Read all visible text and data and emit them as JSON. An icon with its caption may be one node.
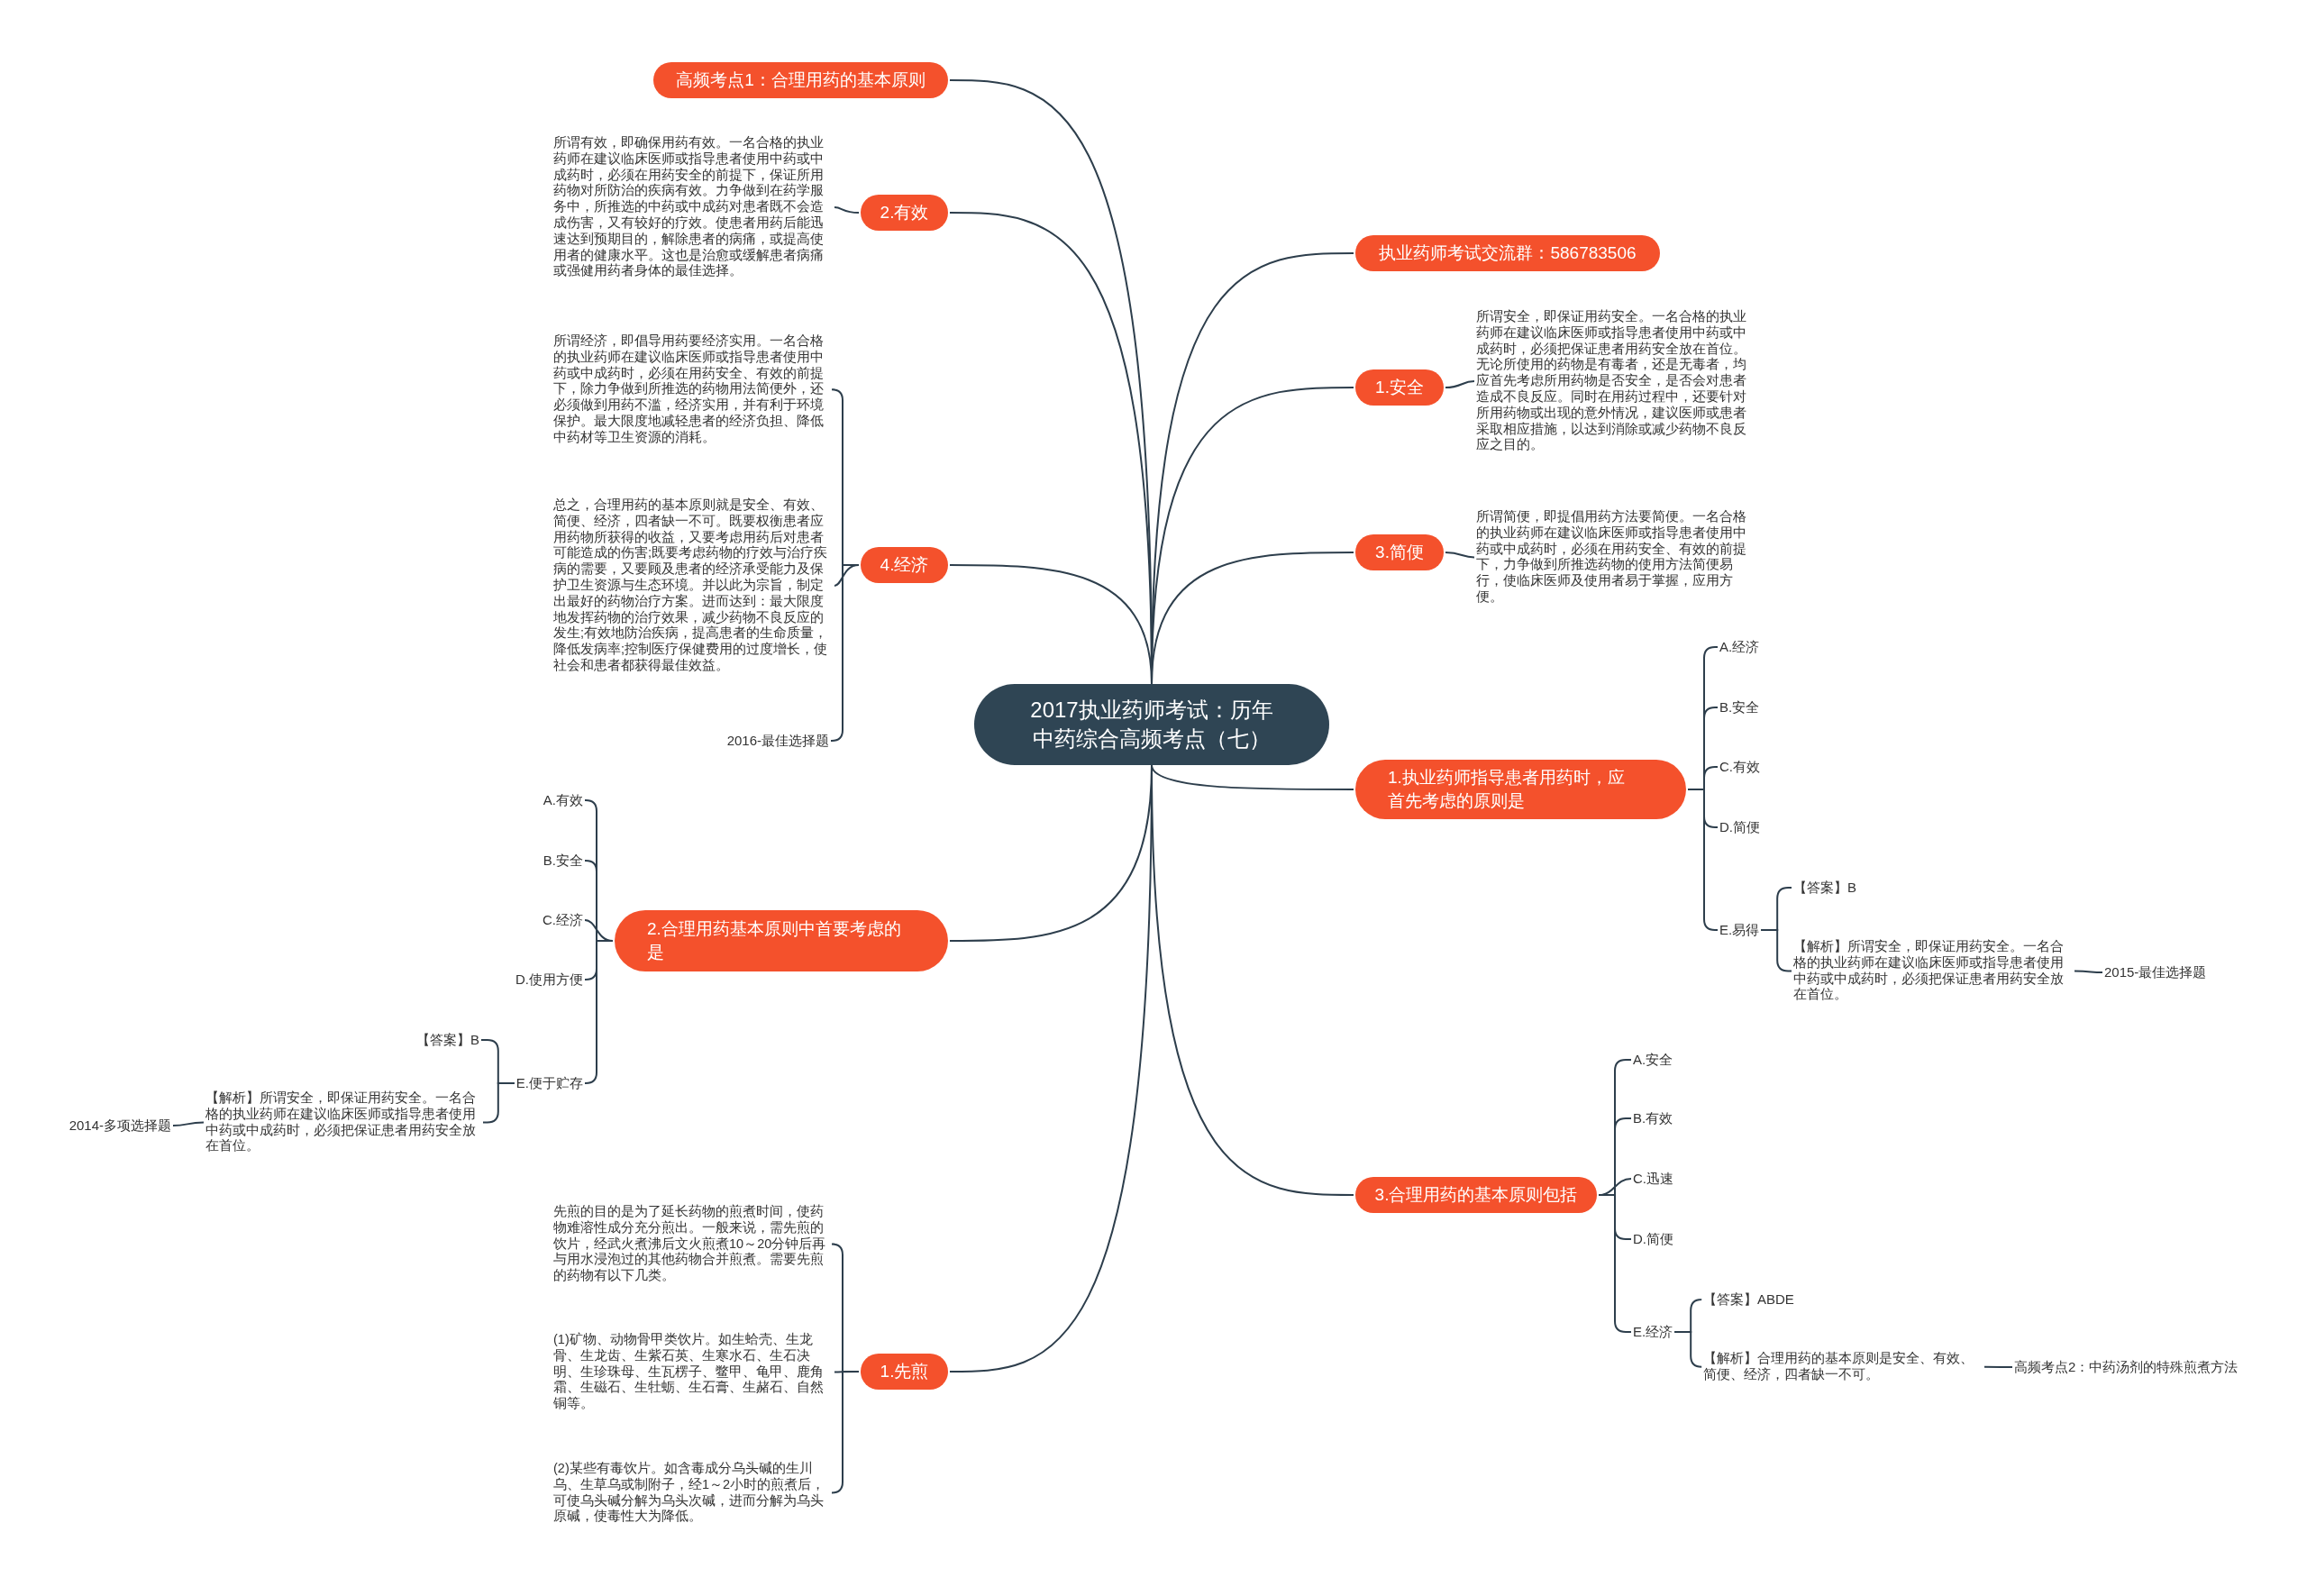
{
  "diagram": {
    "nodes": [
      {
        "text": [
          "2017执业药师考试：历年中药综合高频考点（七）"
        ]
      },
      {
        "text": [
          "高频考点1：合理用药的基本原则"
        ]
      },
      {
        "text": [
          "2.有效"
        ]
      },
      {
        "text": [
          "所谓有效，即确保用药有效。一名合格的执业药师在建议临床医师或指导患者使用中药或中成药时，必须在用药安全的前提下，保证所用药物对所防治的疾病有效。力争做到在药学服务中，所推选的中药或中成药对患者既不会造成伤害，又有较好的疗效。使患者用药后能迅速达到预期目的，解除患者的病痛，或提高使用者的健康水平。这也是治愈或缓解患者病痛或强健用药者身体的最佳选择。"
        ]
      },
      {
        "text": [
          "4.经济"
        ]
      },
      {
        "text": [
          "所谓经济，即倡导用药要经济实用。一名合格的执业药师在建议临床医师或指导患者使用中药或中成药时，必须在用药安全、有效的前提下，除力争做到所推选的药物用法简便外，还必须做到用药不滥，经济实用，并有利于环境保护。最大限度地减轻患者的经济负担、降低中药材等卫生资源的消耗。"
        ]
      },
      {
        "text": [
          "总之，合理用药的基本原则就是安全、有效、简便、经济，四者缺一不可。既要权衡患者应用药物所获得的收益，又要考虑用药后对患者可能造成的伤害;既要考虑药物的疗效与治疗疾病的需要，又要顾及患者的经济承受能力及保护卫生资源与生态环境。并以此为宗旨，制定出最好的药物治疗方案。进而达到：最大限度地发挥药物的治疗效果，减少药物不良反应的发生;有效地防治疾病，提高患者的生命质量，降低发病率;控制医疗保健费用的过度增长，使社会和患者都获得最佳效益。"
        ]
      },
      {
        "text": [
          "2016-最佳选择题"
        ]
      },
      {
        "text": [
          "2.合理用药基本原则中首要考虑的是"
        ]
      },
      {
        "text": [
          "A.有效"
        ]
      },
      {
        "text": [
          "B.安全"
        ]
      },
      {
        "text": [
          "C.经济"
        ]
      },
      {
        "text": [
          "D.使用方便"
        ]
      },
      {
        "text": [
          "E.便于贮存"
        ]
      },
      {
        "text": [
          "【答案】B"
        ]
      },
      {
        "text": [
          "【解析】所谓安全，即保证用药安全。一名合格的执业药师在建议临床医师或指导患者使用中药或中成药时，必须把保证患者用药安全放在首位。"
        ]
      },
      {
        "text": [
          "2014-多项选择题"
        ]
      },
      {
        "text": [
          "1.先煎"
        ]
      },
      {
        "text": [
          "先煎的目的是为了延长药物的煎煮时间，使药物难溶性成分充分煎出。一般来说，需先煎的饮片，经武火煮沸后文火煎煮10～20分钟后再与用水浸泡过的其他药物合并煎煮。需要先煎的药物有以下几类。"
        ]
      },
      {
        "text": [
          "(1)矿物、动物骨甲类饮片。如生蛤壳、生龙骨、生龙齿、生紫石英、生寒水石、生石决明、生珍珠母、生瓦楞子、鳖甲、龟甲、鹿角霜、生磁石、生牡蛎、生石膏、生赭石、自然铜等。"
        ]
      },
      {
        "text": [
          "(2)某些有毒饮片。如含毒成分乌头碱的生川乌、生草乌或制附子，经1～2小时的煎煮后，可使乌头碱分解为乌头次碱，进而分解为乌头原碱，使毒性大为降低。"
        ]
      },
      {
        "text": [
          "执业药师考试交流群：586783506"
        ]
      },
      {
        "text": [
          "1.安全"
        ]
      },
      {
        "text": [
          "所谓安全，即保证用药安全。一名合格的执业药师在建议临床医师或指导患者使用中药或中成药时，必须把保证患者用药安全放在首位。无论所使用的药物是有毒者，还是无毒者，均应首先考虑所用药物是否安全，是否会对患者造成不良反应。同时在用药过程中，还要针对所用药物或出现的意外情况，建议医师或患者采取相应措施，以达到消除或减少药物不良反应之目的。"
        ]
      },
      {
        "text": [
          "3.简便"
        ]
      },
      {
        "text": [
          "所谓简便，即提倡用药方法要简便。一名合格的执业药师在建议临床医师或指导患者使用中药或中成药时，必须在用药安全、有效的前提下，力争做到所推选药物的使用方法简便易行，使临床医师及使用者易于掌握，应用方便。"
        ]
      },
      {
        "text": [
          "1.执业药师指导患者用药时，应首先考虑的原则是"
        ]
      },
      {
        "text": [
          "A.经济"
        ]
      },
      {
        "text": [
          "B.安全"
        ]
      },
      {
        "text": [
          "C.有效"
        ]
      },
      {
        "text": [
          "D.简便"
        ]
      },
      {
        "text": [
          "E.易得"
        ]
      },
      {
        "text": [
          "【答案】B"
        ]
      },
      {
        "text": [
          "【解析】所谓安全，即保证用药安全。一名合格的执业药师在建议临床医师或指导患者使用中药或中成药时，必须把保证患者用药安全放在首位。"
        ]
      },
      {
        "text": [
          "2015-最佳选择题"
        ]
      },
      {
        "text": [
          "3.合理用药的基本原则包括"
        ]
      },
      {
        "text": [
          "A.安全"
        ]
      },
      {
        "text": [
          "B.有效"
        ]
      },
      {
        "text": [
          "C.迅速"
        ]
      },
      {
        "text": [
          "D.简便"
        ]
      },
      {
        "text": [
          "E.经济"
        ]
      },
      {
        "text": [
          "【答案】ABDE"
        ]
      },
      {
        "text": [
          "【解析】合理用药的基本原则是安全、有效、简便、经济，四者缺一不可。"
        ]
      },
      {
        "text": [
          "高频考点2：中药汤剂的特殊煎煮方法"
        ]
      }
    ],
    "edges": [
      {
        "from": 0,
        "to": 1,
        "arrow": "none"
      },
      {
        "from": 0,
        "to": 2,
        "arrow": "none"
      },
      {
        "from": 2,
        "to": 3,
        "arrow": "none"
      },
      {
        "from": 0,
        "to": 4,
        "arrow": "none"
      },
      {
        "from": 4,
        "to": 5,
        "arrow": "none"
      },
      {
        "from": 4,
        "to": 6,
        "arrow": "none"
      },
      {
        "from": 4,
        "to": 7,
        "arrow": "none"
      },
      {
        "from": 0,
        "to": 8,
        "arrow": "none"
      },
      {
        "from": 8,
        "to": 9,
        "arrow": "none"
      },
      {
        "from": 8,
        "to": 10,
        "arrow": "none"
      },
      {
        "from": 8,
        "to": 11,
        "arrow": "none"
      },
      {
        "from": 8,
        "to": 12,
        "arrow": "none"
      },
      {
        "from": 8,
        "to": 13,
        "arrow": "none"
      },
      {
        "from": 13,
        "to": 14,
        "arrow": "none"
      },
      {
        "from": 13,
        "to": 15,
        "arrow": "none"
      },
      {
        "from": 15,
        "to": 16,
        "arrow": "none"
      },
      {
        "from": 0,
        "to": 17,
        "arrow": "none"
      },
      {
        "from": 17,
        "to": 18,
        "arrow": "none"
      },
      {
        "from": 17,
        "to": 19,
        "arrow": "none"
      },
      {
        "from": 17,
        "to": 20,
        "arrow": "none"
      },
      {
        "from": 0,
        "to": 21,
        "arrow": "none"
      },
      {
        "from": 0,
        "to": 22,
        "arrow": "none"
      },
      {
        "from": 22,
        "to": 23,
        "arrow": "none"
      },
      {
        "from": 0,
        "to": 24,
        "arrow": "none"
      },
      {
        "from": 24,
        "to": 25,
        "arrow": "none"
      },
      {
        "from": 0,
        "to": 26,
        "arrow": "none"
      },
      {
        "from": 26,
        "to": 27,
        "arrow": "none"
      },
      {
        "from": 26,
        "to": 28,
        "arrow": "none"
      },
      {
        "from": 26,
        "to": 29,
        "arrow": "none"
      },
      {
        "from": 26,
        "to": 30,
        "arrow": "none"
      },
      {
        "from": 26,
        "to": 31,
        "arrow": "none"
      },
      {
        "from": 31,
        "to": 32,
        "arrow": "none"
      },
      {
        "from": 31,
        "to": 33,
        "arrow": "none"
      },
      {
        "from": 33,
        "to": 34,
        "arrow": "none"
      },
      {
        "from": 0,
        "to": 35,
        "arrow": "none"
      },
      {
        "from": 35,
        "to": 36,
        "arrow": "none"
      },
      {
        "from": 35,
        "to": 37,
        "arrow": "none"
      },
      {
        "from": 35,
        "to": 38,
        "arrow": "none"
      },
      {
        "from": 35,
        "to": 39,
        "arrow": "none"
      },
      {
        "from": 35,
        "to": 40,
        "arrow": "none"
      },
      {
        "from": 40,
        "to": 41,
        "arrow": "none"
      },
      {
        "from": 40,
        "to": 42,
        "arrow": "none"
      },
      {
        "from": 42,
        "to": 43,
        "arrow": "none"
      }
    ]
  }
}
